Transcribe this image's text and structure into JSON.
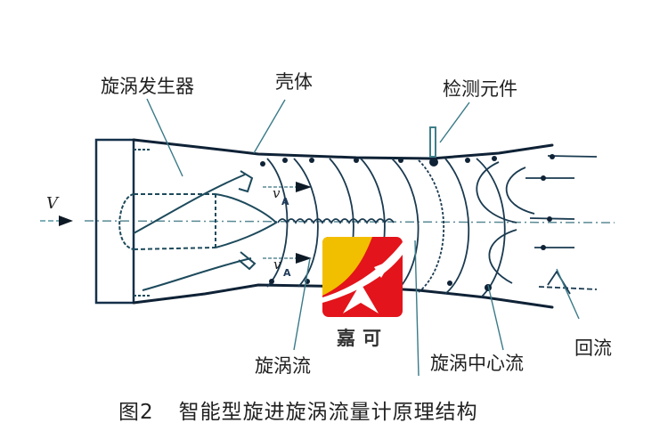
{
  "labels": {
    "vortex_generator": "旋涡发生器",
    "housing": "壳体",
    "detection_element": "检测元件",
    "vortex_flow": "旋涡流",
    "vortex_center_flow": "旋涡中心流",
    "backflow": "回流",
    "inlet_velocity": "V",
    "velocity_a_upper": "v",
    "velocity_a_upper_sub": "A",
    "velocity_a_lower": "v",
    "velocity_a_lower_sub": "A"
  },
  "logo": {
    "text": "嘉可",
    "colors": {
      "red": "#e3141b",
      "yellow": "#f2be00",
      "white": "#ffffff"
    }
  },
  "caption": {
    "figure_number": "图2",
    "title": "智能型旋进旋涡流量计原理结构"
  },
  "colors": {
    "line": "#16304a",
    "line_light": "#3f7f8a",
    "background": "#ffffff"
  }
}
